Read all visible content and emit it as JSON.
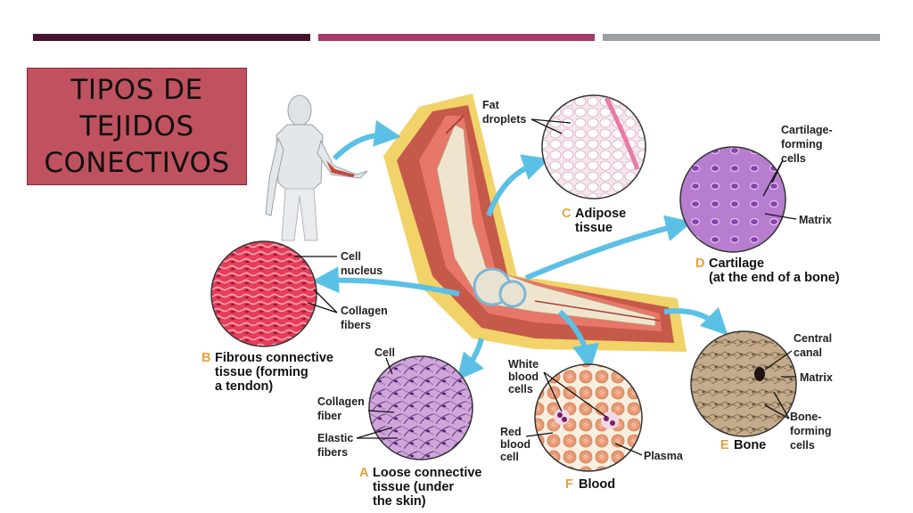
{
  "theme": {
    "bar_colors": [
      "#4a1030",
      "#a23a6b",
      "#9aa0a6"
    ],
    "title_bg": "#c0525f",
    "arrow_color": "#5bc0e6",
    "letter_color": "#e8a13a"
  },
  "slide": {
    "title_lines": [
      "TIPOS DE",
      "TEJIDOS",
      "CONECTIVOS"
    ]
  },
  "tissues": {
    "adipose": {
      "letter": "C",
      "name_lines": [
        "Adipose",
        "tissue"
      ],
      "labels": {
        "fat_droplets": [
          "Fat",
          "droplets"
        ]
      }
    },
    "cartilage": {
      "letter": "D",
      "name_lines": [
        "Cartilage",
        "(at the end of a bone)"
      ],
      "labels": {
        "forming_cells": [
          "Cartilage-",
          "forming",
          "cells"
        ],
        "matrix": "Matrix"
      }
    },
    "fibrous": {
      "letter": "B",
      "name_lines": [
        "Fibrous connective",
        "tissue (forming",
        "a tendon)"
      ],
      "labels": {
        "cell_nucleus": [
          "Cell",
          "nucleus"
        ],
        "collagen_fibers": [
          "Collagen",
          "fibers"
        ]
      }
    },
    "loose": {
      "letter": "A",
      "name_lines": [
        "Loose connective",
        "tissue (under",
        "the skin)"
      ],
      "labels": {
        "cell": "Cell",
        "collagen_fiber": [
          "Collagen",
          "fiber"
        ],
        "elastic_fibers": [
          "Elastic",
          "fibers"
        ]
      }
    },
    "blood": {
      "letter": "F",
      "name_lines": [
        "Blood"
      ],
      "labels": {
        "white_cells": [
          "White",
          "blood",
          "cells"
        ],
        "red_cells": [
          "Red",
          "blood",
          "cell"
        ],
        "plasma": "Plasma"
      }
    },
    "bone": {
      "letter": "E",
      "name_lines": [
        "Bone"
      ],
      "labels": {
        "central_canal": [
          "Central",
          "canal"
        ],
        "matrix": "Matrix",
        "forming_cells": [
          "Bone-",
          "forming",
          "cells"
        ]
      }
    }
  }
}
